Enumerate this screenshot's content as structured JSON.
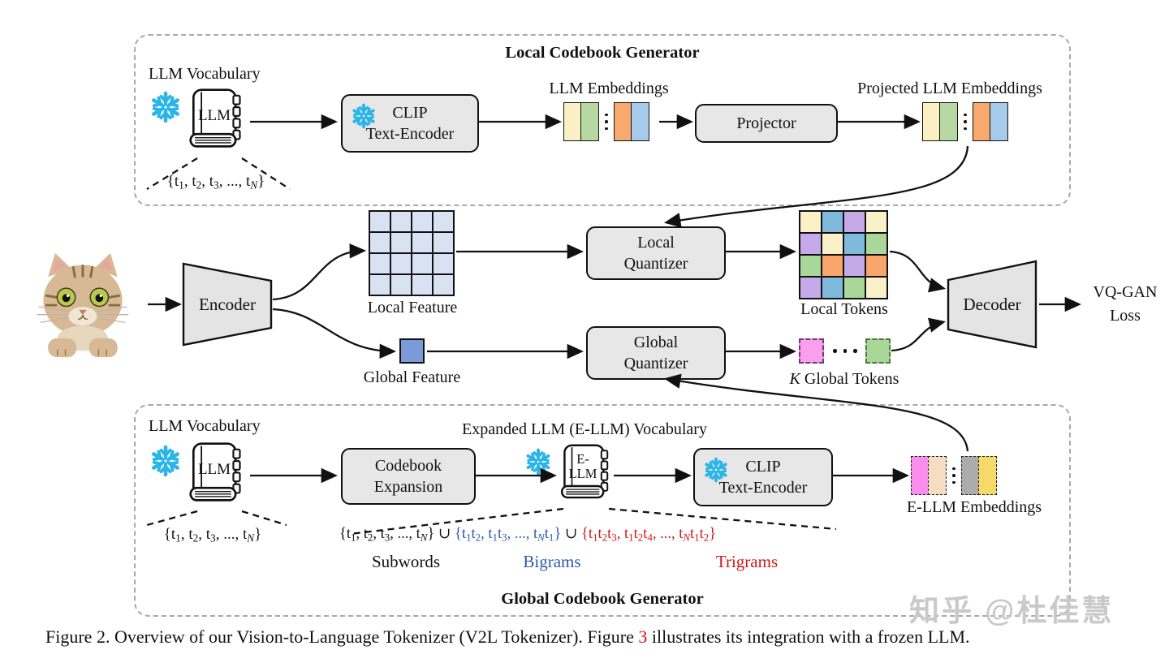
{
  "colors": {
    "snowflake_cyan": "#29B5E8",
    "box_gray": "#E7E7E7",
    "bigram_blue": "#2B5BA8",
    "trigram_red": "#D01818",
    "figref_red": "#E01010",
    "local_feature_blue": "#D9E2F3",
    "global_feature_blue": "#7B9BD8"
  },
  "local_codebook": {
    "title": "Local Codebook Generator",
    "vocab_label": "LLM Vocabulary",
    "book_label": "LLM",
    "vocab_set": "{t_1, t_2, t_3, ..., t_N}",
    "clip_line1": "CLIP",
    "clip_line2": "Text-Encoder",
    "embeddings_label": "LLM Embeddings",
    "projector_label": "Projector",
    "projected_label": "Projected LLM Embeddings"
  },
  "pipeline": {
    "encoder_label": "Encoder",
    "local_feature_label": "Local Feature",
    "global_feature_label": "Global Feature",
    "local_quantizer_line1": "Local",
    "local_quantizer_line2": "Quantizer",
    "global_quantizer_line1": "Global",
    "global_quantizer_line2": "Quantizer",
    "local_tokens_label": "Local Tokens",
    "global_tokens_k": "K",
    "global_tokens_rest": " Global Tokens",
    "decoder_label": "Decoder",
    "loss_line1": "VQ-GAN",
    "loss_line2": "Loss"
  },
  "global_codebook": {
    "title": "Global Codebook Generator",
    "vocab_label": "LLM Vocabulary",
    "book_label": "LLM",
    "vocab_set": "{t_1, t_2, t_3, ..., t_N}",
    "expanded_vocab_label": "Expanded LLM (E-LLM) Vocabulary",
    "codebook_expansion_line1": "Codebook",
    "codebook_expansion_line2": "Expansion",
    "ellm_book_line1": "E-",
    "ellm_book_line2": "LLM",
    "clip_line1": "CLIP",
    "clip_line2": "Text-Encoder",
    "ellm_embeddings_label": "E-LLM Embeddings",
    "subwords_set": "{t_1, t_2, t_3, ..., t_N}",
    "union": "∪",
    "bigrams_set": "{t_1t_2, t_1t_3, ..., t_Nt_1}",
    "trigrams_set": "{t_1t_2t_3, t_1t_2t_4, ..., t_Nt_1t_2}",
    "subwords_label": "Subwords",
    "bigrams_label": "Bigrams",
    "trigrams_label": "Trigrams"
  },
  "grids": {
    "local_feature": {
      "rows": 4,
      "cols": 4,
      "cell": 26,
      "fill": "#D9E2F3"
    },
    "local_tokens": {
      "rows": 4,
      "cols": 4,
      "cell": 27,
      "colors": [
        [
          "#FBF1C9",
          "#7FBADD",
          "#C6A9E9",
          "#FBF1C9"
        ],
        [
          "#C6A9E9",
          "#FBF1C9",
          "#7FBADD",
          "#A9D79A"
        ],
        [
          "#A9D79A",
          "#F9A56B",
          "#C6A9E9",
          "#F9A56B"
        ],
        [
          "#C6A9E9",
          "#7FBADD",
          "#A9D79A",
          "#FBF1C9"
        ]
      ]
    }
  },
  "bars": {
    "llm_embeddings": {
      "dashed": false,
      "colors": [
        "#FAF0C3",
        "#B7D8A3",
        "#F7A96E",
        "#A6CBEA"
      ]
    },
    "projected_embeddings": {
      "dashed": false,
      "colors": [
        "#FAF0C3",
        "#B7D8A3",
        "#F7A96E",
        "#A6CBEA"
      ]
    },
    "ellm_embeddings": {
      "dashed": true,
      "colors": [
        "#F98EEC",
        "#F5DCC2",
        "#ACACAC",
        "#F5D969"
      ]
    }
  },
  "tokens": {
    "global_feature_color": "#7B9BD8",
    "global_token_pink": "#F9A0EC",
    "global_token_green": "#A9D79A"
  },
  "figure": {
    "caption_prefix": "Figure 2. Overview of our Vision-to-Language Tokenizer (V2L Tokenizer). Figure ",
    "caption_figref": "3",
    "caption_suffix": " illustrates its integration with a frozen LLM.",
    "watermark": "知乎 @杜佳慧"
  }
}
